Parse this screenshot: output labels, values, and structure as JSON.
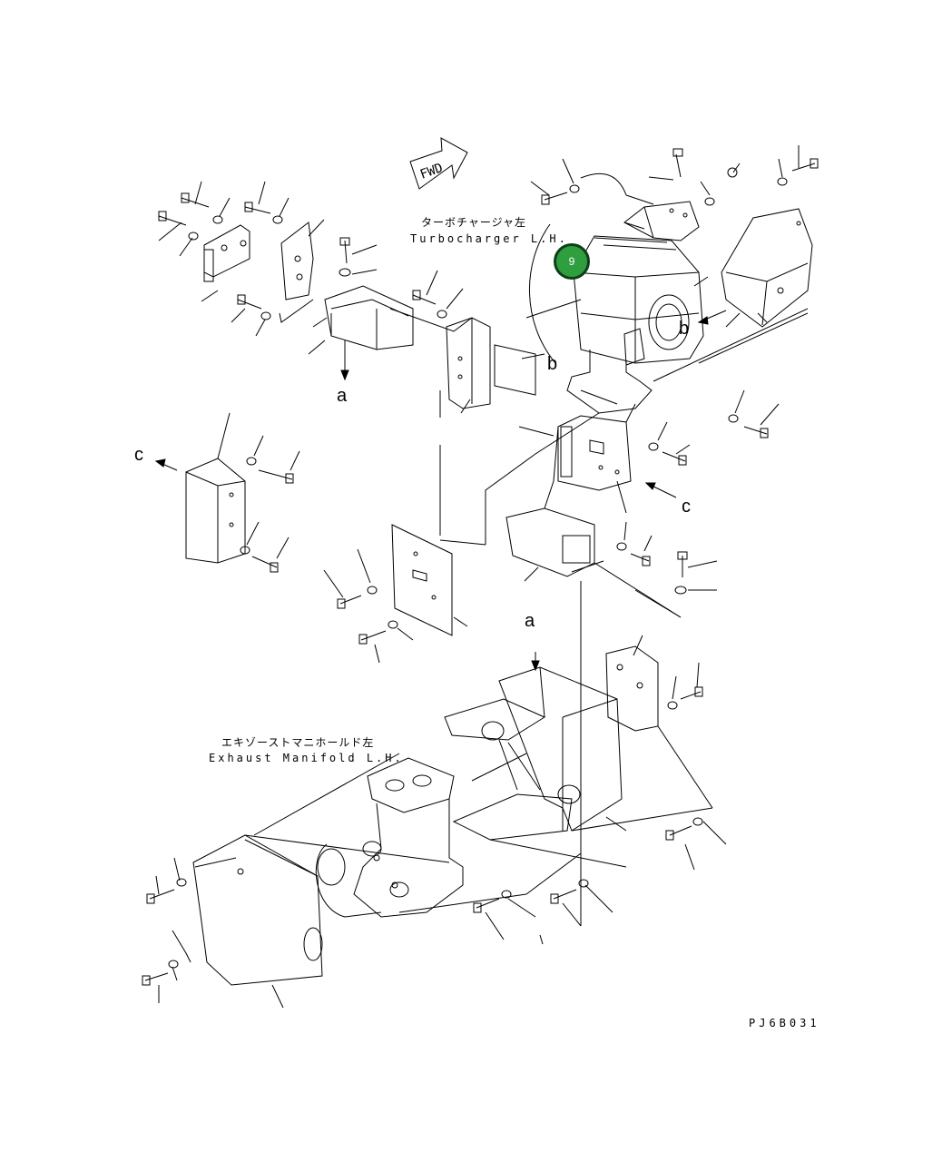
{
  "labels": {
    "turbo_jp": "ターボチャージャ左",
    "turbo_en": "Turbocharger L.H.",
    "manifold_jp": "エキゾーストマニホールド左",
    "manifold_en": "Exhaust Manifold L.H.",
    "fwd": "FWD",
    "drawing_code": "PJ6B031"
  },
  "callouts": {
    "a_top": "a",
    "a_bottom": "a",
    "b_left": "b",
    "b_right": "b",
    "c_left": "c",
    "c_right": "c"
  },
  "hotspot": {
    "number": "9",
    "color": "#2e9e3e"
  }
}
